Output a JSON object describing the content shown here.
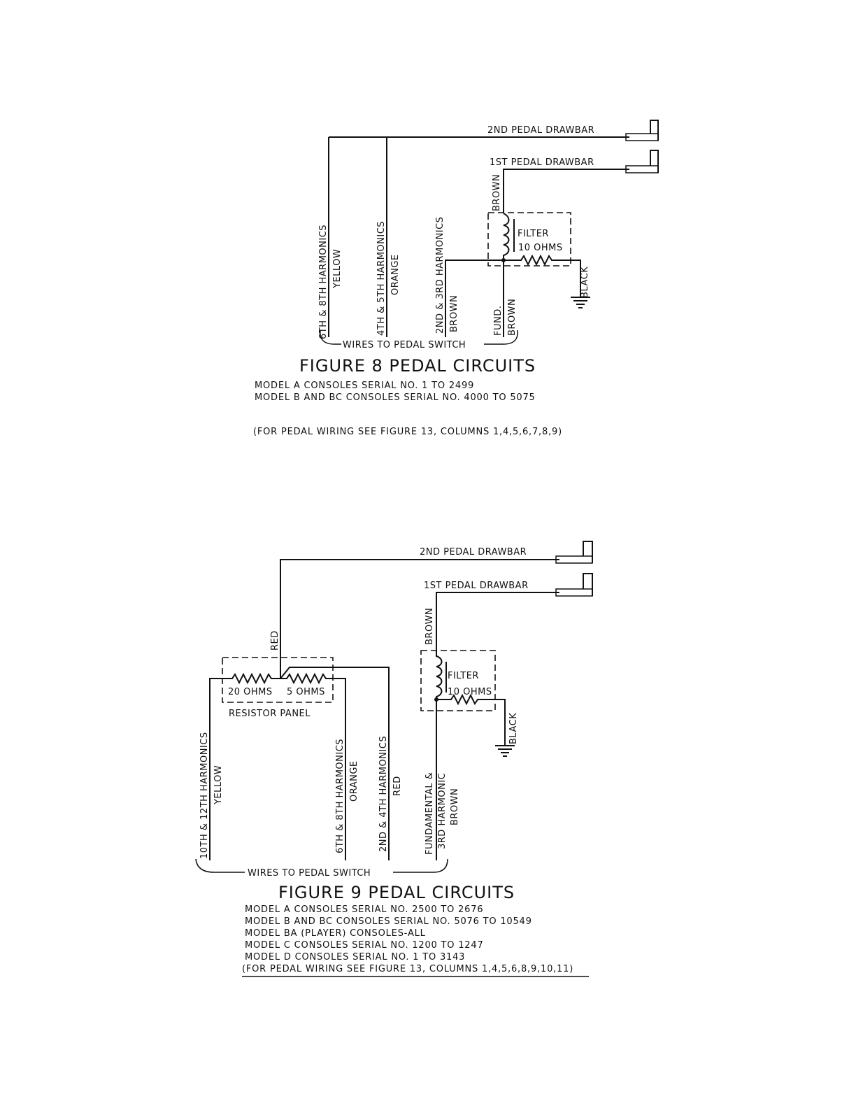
{
  "figure8": {
    "title": "FIGURE 8 PEDAL CIRCUITS",
    "caption_lines": [
      "MODEL A CONSOLES SERIAL NO. 1 TO 2499",
      "MODEL B AND BC CONSOLES SERIAL NO. 4000 TO 5075"
    ],
    "note": "(FOR PEDAL WIRING SEE FIGURE 13, COLUMNS 1,4,5,6,7,8,9)",
    "drawbar_2": "2ND PEDAL DRAWBAR",
    "drawbar_1": "1ST PEDAL DRAWBAR",
    "wires_label": "WIRES TO PEDAL SWITCH",
    "filter_label": "FILTER",
    "filter_ohms": "10 OHMS",
    "brown_top": "BROWN",
    "black": "BLACK",
    "wire_labels": {
      "w1a": "6TH & 8TH HARMONICS",
      "w1b": "YELLOW",
      "w2a": "4TH & 5TH HARMONICS",
      "w2b": "ORANGE",
      "w3a": "2ND & 3RD HARMONICS",
      "w3b": "BROWN",
      "w4a": "FUND.",
      "w4b": "BROWN"
    }
  },
  "figure9": {
    "title": "FIGURE 9 PEDAL CIRCUITS",
    "caption_lines": [
      "MODEL A CONSOLES SERIAL NO. 2500 TO 2676",
      "MODEL B AND BC CONSOLES SERIAL NO. 5076 TO 10549",
      "MODEL BA (PLAYER) CONSOLES-ALL",
      "MODEL C CONSOLES SERIAL NO. 1200 TO 1247",
      "MODEL D CONSOLES SERIAL NO. 1 TO 3143"
    ],
    "note": "(FOR PEDAL WIRING SEE FIGURE 13, COLUMNS 1,4,5,6,8,9,10,11)",
    "drawbar_2": "2ND PEDAL DRAWBAR",
    "drawbar_1": "1ST PEDAL DRAWBAR",
    "wires_label": "WIRES TO PEDAL SWITCH",
    "filter_label": "FILTER",
    "filter_ohms": "10 OHMS",
    "brown_top": "BROWN",
    "red_top": "RED",
    "black": "BLACK",
    "res1": "20 OHMS",
    "res2": "5 OHMS",
    "resistor_panel": "RESISTOR PANEL",
    "wire_labels": {
      "w1a": "10TH & 12TH HARMONICS",
      "w1b": "YELLOW",
      "w2a": "6TH & 8TH HARMONICS",
      "w2b": "ORANGE",
      "w3a": "2ND & 4TH HARMONICS",
      "w3b": "RED",
      "w4a": "FUNDAMENTAL &",
      "w4b": "3RD HARMONIC",
      "w4c": "BROWN"
    }
  }
}
